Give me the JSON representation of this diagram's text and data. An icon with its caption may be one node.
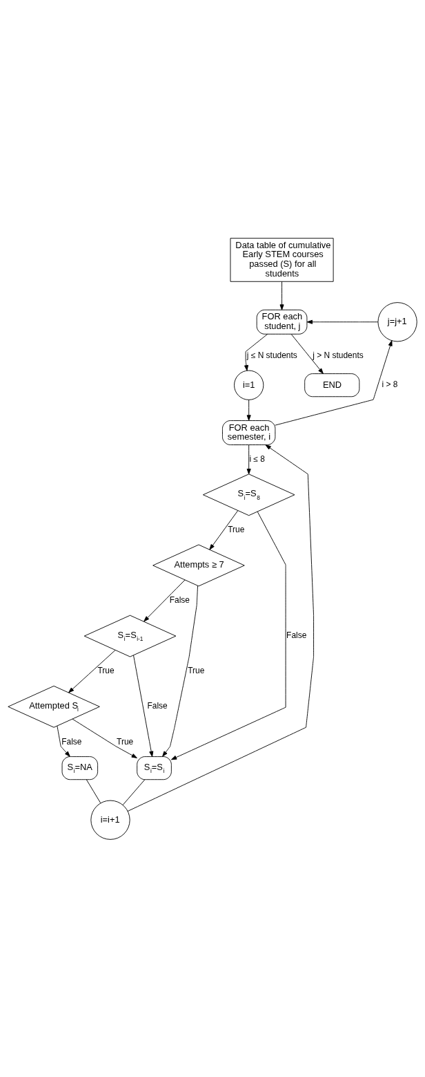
{
  "diagram": {
    "nodes": [
      {
        "text": [
          "Data table of cumulative Early STEM courses passed (S) for all students"
        ]
      },
      {
        "text": [
          "FOR each student, j"
        ]
      },
      {
        "text": [
          "j=j+1"
        ]
      },
      {
        "text": [
          "i=1"
        ]
      },
      {
        "text": [
          "FOR each semester, i"
        ]
      },
      {
        "text": [
          "S$_{i}$=S$_{8}$"
        ]
      },
      {
        "text": [
          "Attempts ≥ 7"
        ]
      },
      {
        "text": [
          "S$_{i}$=S$_{i-1}$"
        ]
      },
      {
        "text": [
          "Attempted S$_{i}$"
        ]
      },
      {
        "text": [
          "S$_{i}$=NA"
        ]
      },
      {
        "text": [
          "S$_{i}$=S$_{i}$"
        ]
      },
      {
        "text": [
          "i=i+1"
        ]
      },
      {
        "text": [
          "END"
        ]
      }
    ],
    "edges": [
      {
        "from": 0,
        "to": 1,
        "arrow": "to"
      },
      {
        "from": 2,
        "to": 1,
        "arrow": "to"
      },
      {
        "from": 1,
        "to": 12,
        "arrow": "to",
        "label": "j > N students"
      },
      {
        "from": 1,
        "to": 3,
        "arrow": "to",
        "label": "j ≤ N students"
      },
      {
        "from": 3,
        "to": 4,
        "arrow": "to"
      },
      {
        "from": 4,
        "to": 2,
        "arrow": "to",
        "label": "i > 8"
      },
      {
        "from": 4,
        "to": 5,
        "arrow": "to",
        "label": "i ≤ 8"
      },
      {
        "from": 5,
        "to": 6,
        "arrow": "to",
        "label": "True"
      },
      {
        "from": 6,
        "to": 7,
        "arrow": "to",
        "label": "False"
      },
      {
        "from": 7,
        "to": 8,
        "arrow": "to",
        "label": "True"
      },
      {
        "from": 8,
        "to": 9,
        "arrow": "to",
        "label": "False"
      },
      {
        "from": 5,
        "to": 10,
        "arrow": "to",
        "label": "False"
      },
      {
        "from": 6,
        "to": 10,
        "arrow": "to",
        "label": "True"
      },
      {
        "from": 7,
        "to": 10,
        "arrow": "to",
        "label": "False"
      },
      {
        "from": 8,
        "to": 10,
        "arrow": "to",
        "label": "True"
      },
      {
        "from": 9,
        "to": 11,
        "arrow": "none"
      },
      {
        "from": 10,
        "to": 11,
        "arrow": "none"
      },
      {
        "from": 11,
        "to": 4,
        "arrow": "to"
      }
    ]
  }
}
